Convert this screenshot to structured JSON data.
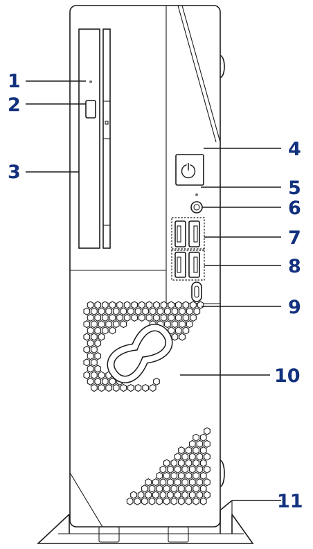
{
  "diagram": {
    "callouts": [
      {
        "id": "1",
        "label": "1"
      },
      {
        "id": "2",
        "label": "2"
      },
      {
        "id": "3",
        "label": "3"
      },
      {
        "id": "4",
        "label": "4"
      },
      {
        "id": "5",
        "label": "5"
      },
      {
        "id": "6",
        "label": "6"
      },
      {
        "id": "7",
        "label": "7"
      },
      {
        "id": "8",
        "label": "8"
      },
      {
        "id": "9",
        "label": "9"
      },
      {
        "id": "10",
        "label": "10"
      },
      {
        "id": "11",
        "label": "11"
      }
    ],
    "colors": {
      "callout_number": "#12317e",
      "outline": "#1a1a1a",
      "background": "#ffffff"
    }
  }
}
